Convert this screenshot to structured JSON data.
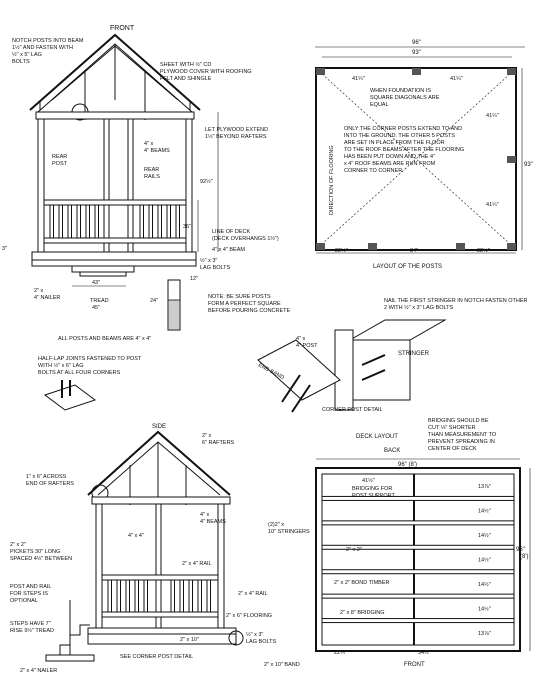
{
  "front_elevation": {
    "title": "FRONT",
    "notch_note": "NOTCH POSTS INTO BEAM 1½\" AND FASTEN WITH ½\" x 5\" LAG BOLTS",
    "sheet_note": "SHEET WITH ½\" CD PLYWOOD COVER WITH ROOFING FELT AND SHINGLE",
    "plywood_note": "LET PLYWOOD EXTEND 1½\" BEYOND RAFTERS",
    "beams_label": "4\" x 4\" BEAMS",
    "rear_post": "REAR POST",
    "rear_rails": "REAR RAILS",
    "dim_92": "92½\"",
    "dim_36": "36\"",
    "dim_3": "3\"",
    "beam_label": "4\" x 4\" BEAM",
    "line_of_deck": "LINE OF DECK (DECK OVERHANGS 1½\")",
    "lag_bolts": "½\" x 3\" LAG BOLTS",
    "dim_12": "12\"",
    "nailer": "2\" x 4\" NAILER",
    "dim_43": "43\"",
    "tread": "TREAD 45\"",
    "dim_24": "24\"",
    "all_posts": "ALL POSTS AND BEAMS ARE 4\" x 4\""
  },
  "layout_posts": {
    "title": "LAYOUT OF THE POSTS",
    "dim_96": "96\"",
    "dim_93": "93\"",
    "dim_41_a": "41¼\"",
    "dim_41_b": "41¼\"",
    "dim_41_c": "41¼\"",
    "dim_41_d": "41¼\"",
    "dim_93_side": "93\"",
    "foundation_note": "WHEN FOUNDATION IS SQUARE DIAGONALS ARE EQUAL",
    "corner_note": "ONLY THE CORNER POSTS EXTEND TO AND INTO THE GROUND. THE OTHER 5 POSTS ARE SET IN PLACE FROM THE FLOOR TO THE ROOF BEAMS AFTER THE FLOORING HAS BEEN PUT DOWN AND THE 4\" x 4\" ROOF BEAMS ARE RUN FROM CORNER TO CORNER.",
    "direction_flooring": "DIRECTION OF FLOORING",
    "dim_22_a": "22½\"",
    "dim_34": "34\"",
    "dim_22_b": "22½\""
  },
  "note_square": "NOTE: BE SURE POSTS FORM A PERFECT SQUARE BEFORE POURING CONCRETE",
  "corner_detail": {
    "stringer_note": "NAIL THE FIRST STRINGER IN NOTCH FASTEN OTHER 2 WITH ½\" x 3\" LAG BOLTS",
    "post_label": "4\" x 4\" POST",
    "stringer": "STRINGER",
    "end_band": "END BAND",
    "title": "CORNER POST DETAIL"
  },
  "side_elevation": {
    "half_lap": "HALF-LAP JOINTS FASTENED TO POST WITH ½\" x 6\" LAG BOLTS AT ALL FOUR CORNERS",
    "title": "SIDE",
    "rafters": "2\" x 6\" RAFTERS",
    "across_end": "1\" x 6\" ACROSS END OF RAFTERS",
    "beams_label": "4\" x 4\" BEAMS",
    "post_4x4": "4\" x 4\"",
    "rail_a": "2\" x 4\" RAIL",
    "pickets": "2\" x 2\" PICKETS 30\" LONG SPACED 4½\" BETWEEN",
    "rail_b": "2\" x 4\" RAIL",
    "post_rail_note": "POST AND RAIL FOR STEPS IS OPTIONAL",
    "flooring": "2\" x 6\" FLOORING",
    "steps_note": "STEPS HAVE 7\" RISE 9½\" TREAD",
    "x10": "2\" x 10\"",
    "lag": "½\" x 3\" LAG BOLTS",
    "see_corner": "SEE CORNER POST DETAIL",
    "nailer": "2\" x 4\" NAILER"
  },
  "deck_layout": {
    "bridging_note": "BRIDGING SHOULD BE CUT ⅛\" SHORTER THAN MEASUREMENT TO PREVENT SPREADING IN CENTER OF DECK",
    "title": "DECK LAYOUT",
    "back": "BACK",
    "dim_96": "96\" (8')",
    "dim_96_side": "96\" (8')",
    "dim_41": "41½\"",
    "bridging_support": "BRIDGING FOR POST SUPPORT",
    "stringers": "(2)2\" x 10\" STRINGERS",
    "x2": "2\" x 2\"",
    "bond_timber": "2\" x 2\" BOND TIMBER",
    "bridging_8": "2\" x 8\" BRIDGING",
    "dim_22": "22¾\"",
    "dim_34": "34½\"",
    "band": "2\" x 10\" BAND",
    "front": "FRONT",
    "spacings": [
      "13⅞\"",
      "14½\"",
      "14½\"",
      "14½\"",
      "14½\"",
      "14½\"",
      "13⅞\""
    ]
  }
}
